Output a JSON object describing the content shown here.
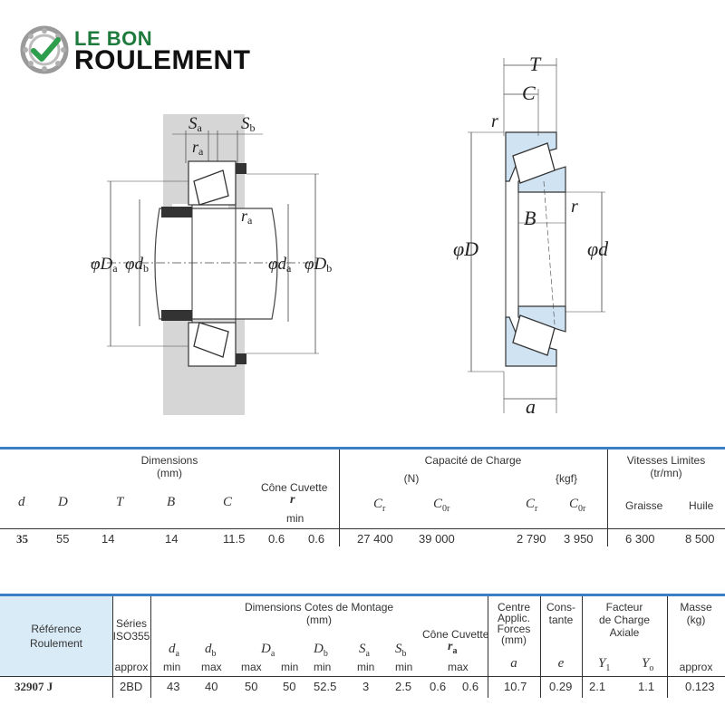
{
  "brand": {
    "line1": "LE BON",
    "line2": "ROULEMENT",
    "green": "#1e7a3c",
    "dark": "#111111"
  },
  "drawing": {
    "mount": {
      "Sa": "S",
      "Sa_sub": "a",
      "Sb": "S",
      "Sb_sub": "b",
      "ra": "r",
      "ra_sub": "a",
      "Da": "φD",
      "Da_sub": "a",
      "db": "φd",
      "db_sub": "b",
      "da": "φd",
      "da_sub": "a",
      "Db": "φD",
      "Db_sub": "b"
    },
    "bearing": {
      "T": "T",
      "C": "C",
      "r1": "r",
      "r2": "r",
      "B": "B",
      "D": "φD",
      "d": "φd",
      "a": "a"
    }
  },
  "table1": {
    "groups": {
      "dimensions": "Dimensions",
      "dimensions_unit": "(mm)",
      "capacity": "Capacité de Charge",
      "capacity_n": "(N)",
      "capacity_kgf": "{kgf}",
      "speed": "Vitesses Limites",
      "speed_unit": "(tr/mn)"
    },
    "headers": {
      "d": "d",
      "D": "D",
      "T": "T",
      "B": "B",
      "C": "C",
      "cone_cuvette": "Cône Cuvette",
      "r": "r",
      "min": "min",
      "Cr": "C",
      "Cr_sub": "r",
      "C0r": "C",
      "C0r_sub": "0r",
      "Cr2": "C",
      "Cr2_sub": "r",
      "C0r2": "C",
      "C0r2_sub": "0r",
      "grease": "Graisse",
      "oil": "Huile"
    },
    "row": {
      "d": "35",
      "D": "55",
      "T": "14",
      "B": "14",
      "C": "11.5",
      "r_cone": "0.6",
      "r_cup": "0.6",
      "Cr_N": "27 400",
      "C0r_N": "39 000",
      "Cr_kgf": "2 790",
      "C0r_kgf": "3 950",
      "grease": "6 300",
      "oil": "8 500"
    }
  },
  "table2": {
    "headers": {
      "ref1": "Référence",
      "ref2": "Roulement",
      "series1": "Séries",
      "series2": "ISO355",
      "series3": "approx",
      "mount": "Dimensions Cotes de Montage",
      "mount_unit": "(mm)",
      "da": "d",
      "da_sub": "a",
      "db": "d",
      "db_sub": "b",
      "Da": "D",
      "Da_sub": "a",
      "Db": "D",
      "Db_sub": "b",
      "Sa": "S",
      "Sa_sub": "a",
      "Sb": "S",
      "Sb_sub": "b",
      "ra": "r",
      "ra_sub": "a",
      "cone_cuvette": "Cône Cuvette",
      "min": "min",
      "max": "max",
      "center1": "Centre",
      "center2": "Applic.",
      "center3": "Forces",
      "center4": "(mm)",
      "a": "a",
      "const1": "Cons-",
      "const2": "tante",
      "e": "e",
      "factor1": "Facteur",
      "factor2": "de Charge",
      "factor3": "Axiale",
      "Y1": "Y",
      "Y1_sub": "1",
      "Y0": "Y",
      "Y0_sub": "o",
      "mass1": "Masse",
      "mass2": "(kg)",
      "mass3": "approx"
    },
    "row": {
      "ref": "32907 J",
      "series": "2BD",
      "da_min": "43",
      "db_max": "40",
      "Da_max": "50",
      "Da_min": "50",
      "Db_min": "52.5",
      "Sa_min": "3",
      "Sb_min": "2.5",
      "ra_cone": "0.6",
      "ra_cup": "0.6",
      "a": "10.7",
      "e": "0.29",
      "Y1": "2.1",
      "Y0": "1.1",
      "mass": "0.123"
    }
  },
  "colors": {
    "accent": "#3a7fc4",
    "ref_bg": "#d9ebf7",
    "bearing_fill": "#cfe3f3",
    "mount_gray": "#d4d4d4"
  }
}
